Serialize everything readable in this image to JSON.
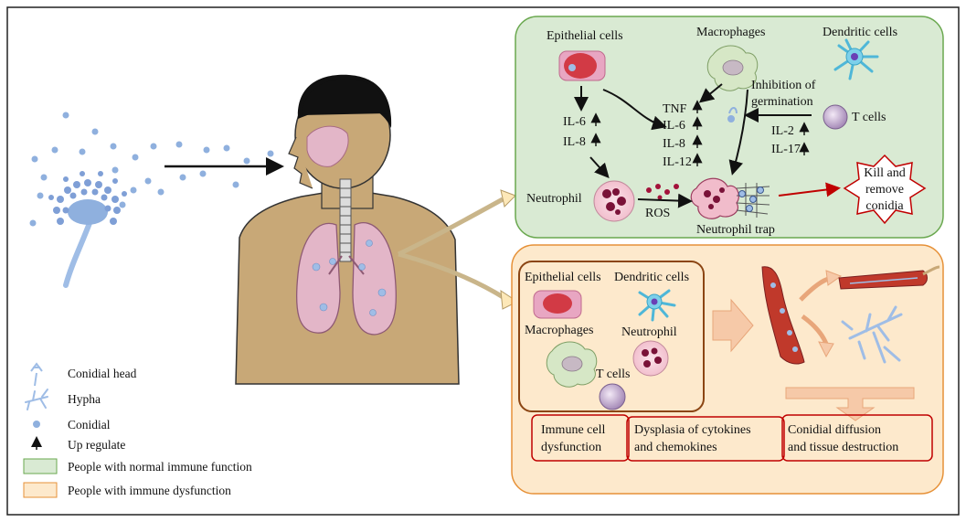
{
  "normal_panel": {
    "epithelial": "Epithelial  cells",
    "macrophages": "Macrophages",
    "dendritic": "Dendritic cells",
    "il6_left": "IL-6",
    "il8_left": "IL-8",
    "tnf": "TNF",
    "il6_mid": "IL-6",
    "il8_mid": "IL-8",
    "il12_mid": "IL-12",
    "inhibition_1": "Inhibition of",
    "inhibition_2": "germination",
    "tcells": "T cells",
    "il2": "IL-2",
    "il17": "IL-17",
    "neutrophil": "Neutrophil",
    "ros": "ROS",
    "neutrophil_trap": "Neutrophil trap",
    "kill_1": "Kill and",
    "kill_2": "remove",
    "kill_3": "conidia"
  },
  "dysfunction_panel": {
    "epithelial": "Epithelial cells",
    "dendritic": "Dendritic cells",
    "macrophages": "Macrophages",
    "neutrophil": "Neutrophil",
    "tcells": "T cells",
    "box1_1": "Immune cell",
    "box1_2": "dysfunction",
    "box2_1": "Dysplasia of cytokines",
    "box2_2": "and chemokines",
    "box3_1": "Conidial diffusion",
    "box3_2": "and tissue destruction"
  },
  "legend": {
    "conidial_head": "Conidial head",
    "hypha": "Hypha",
    "conidial": "Conidial",
    "up_regulate": "Up regulate",
    "normal": "People with normal immune function",
    "dysfunction": "People with immune dysfunction"
  },
  "colors": {
    "normal_fill": "#d9ead3",
    "normal_stroke": "#6aa84f",
    "dysfunction_fill": "#fde9cc",
    "dysfunction_stroke": "#e69138",
    "inner_stroke": "#b45f06",
    "red_box": "#c00000",
    "red_arrow": "#c00000",
    "skin": "#c8a877",
    "lung": "#e3b6c8",
    "conidia": "#8fb0de"
  }
}
